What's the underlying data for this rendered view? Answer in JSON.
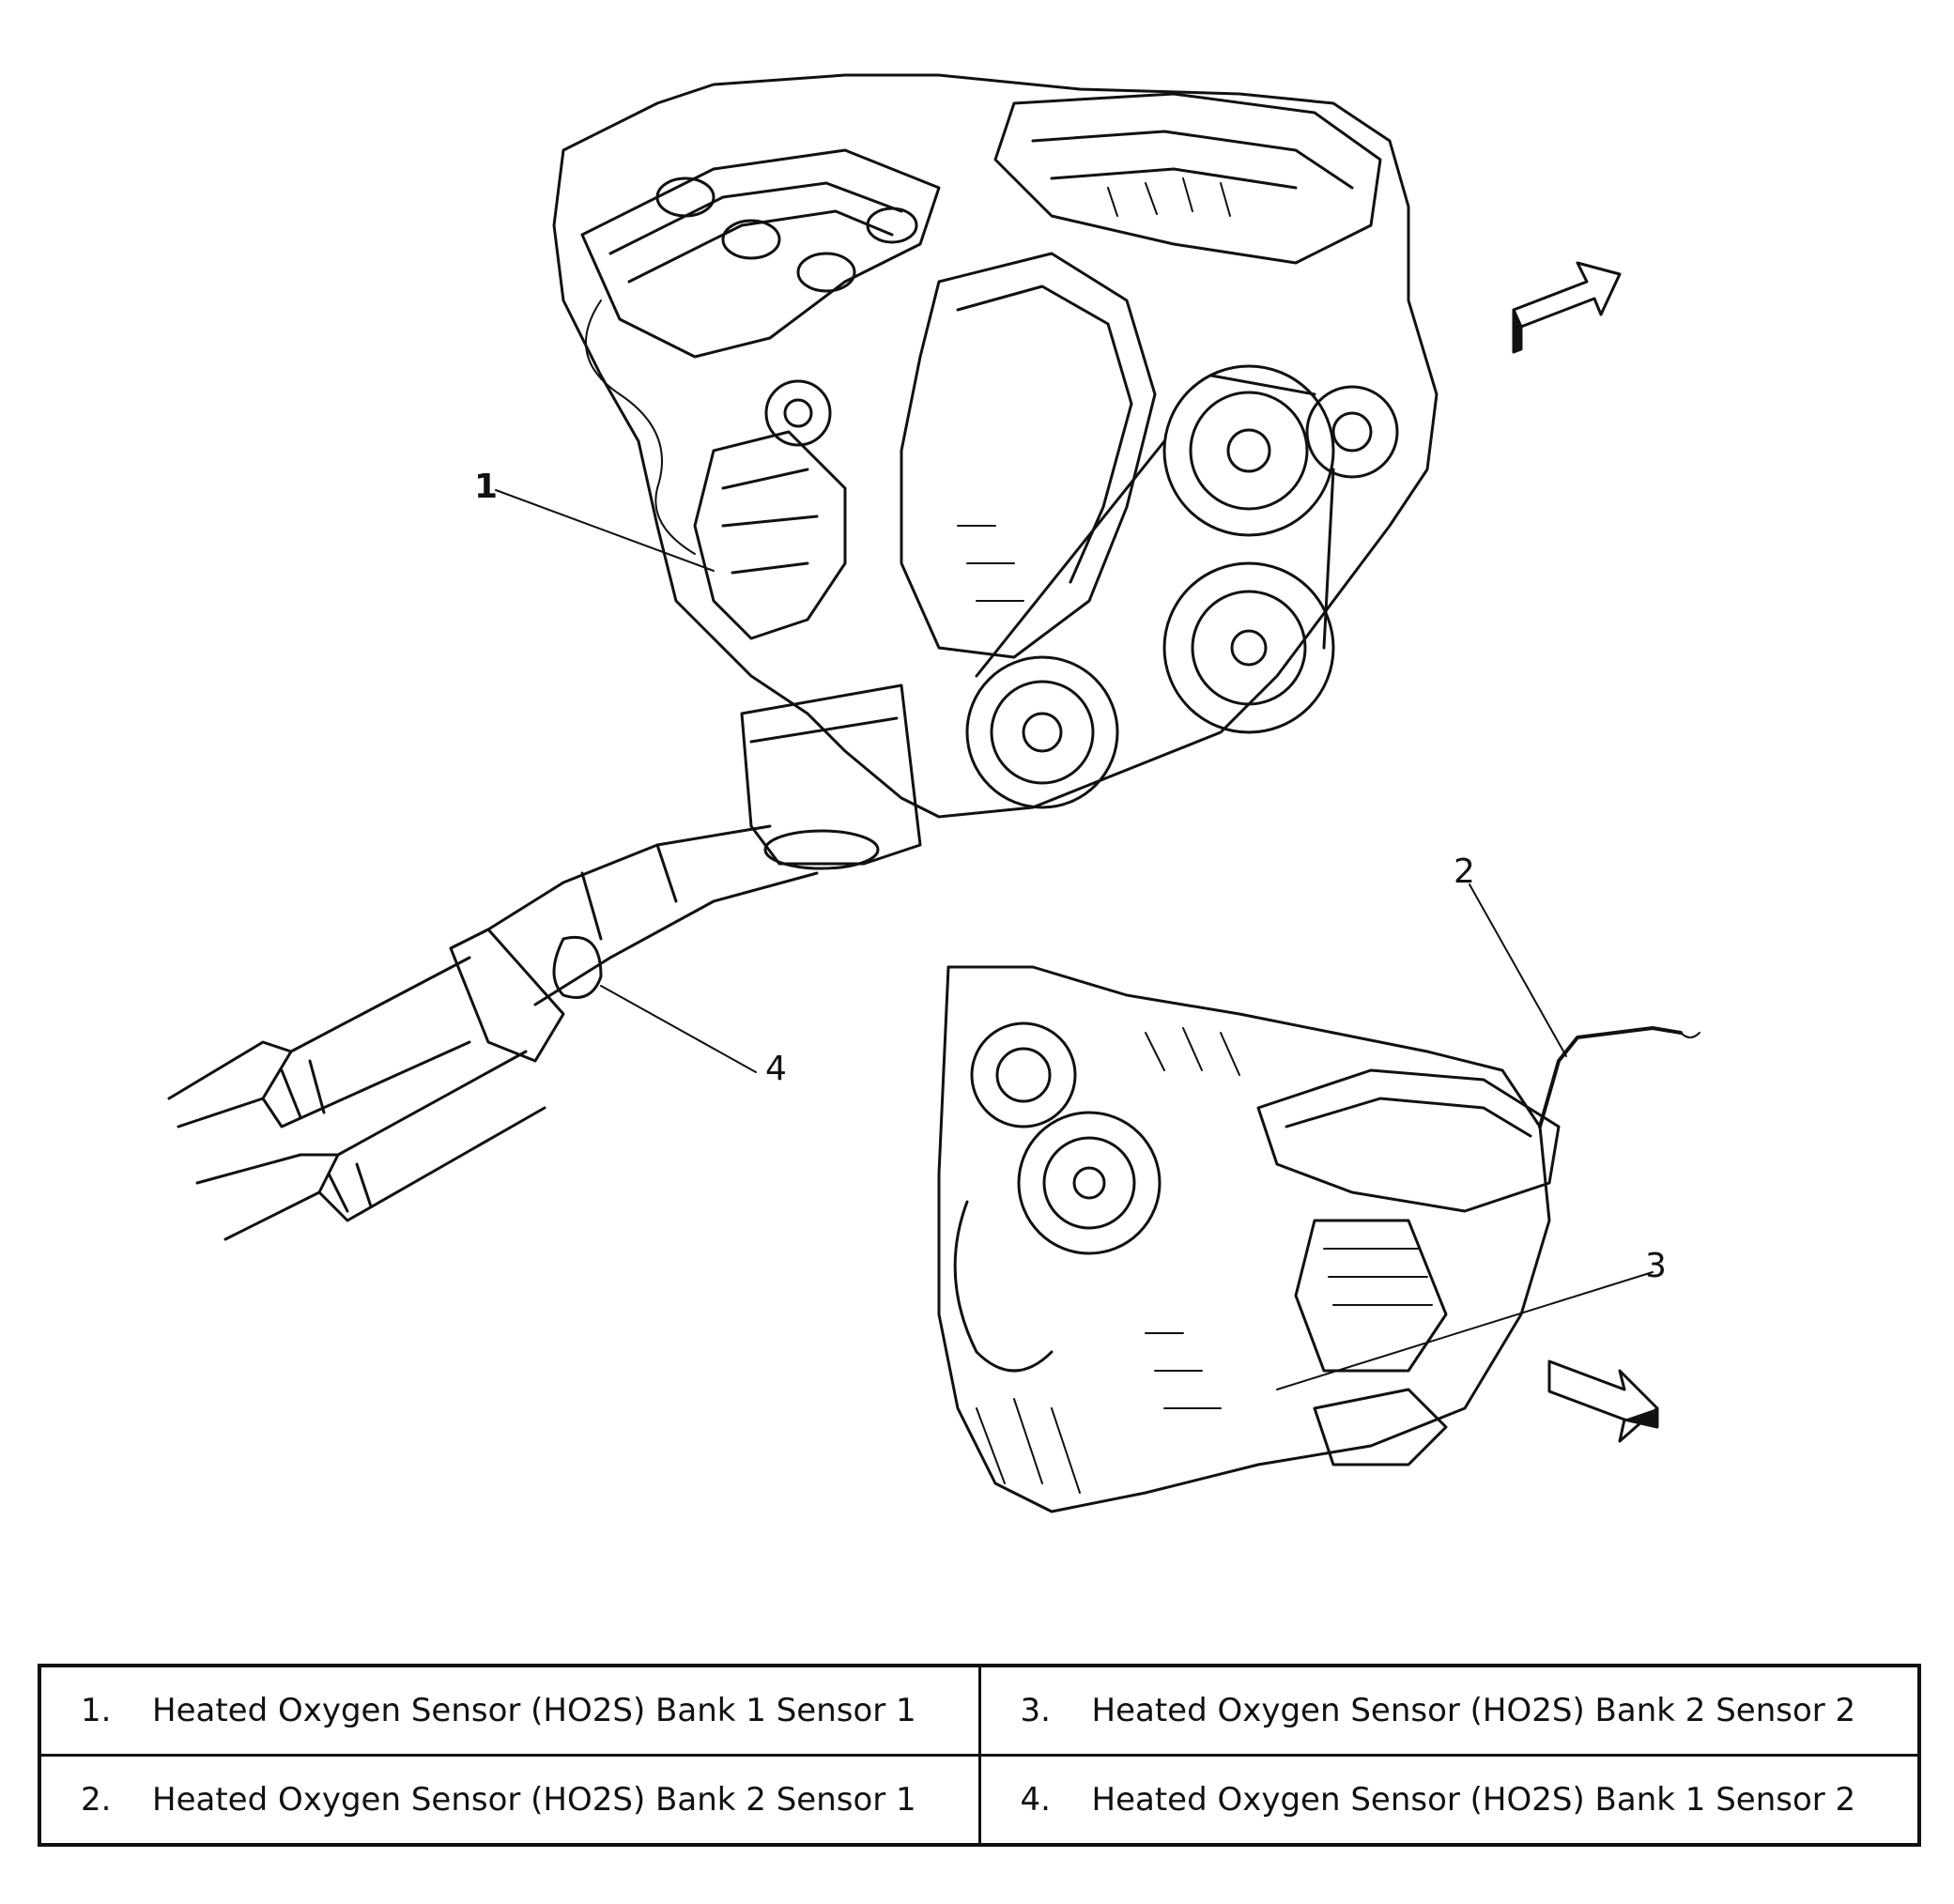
{
  "callouts": {
    "c1": "1",
    "c2": "2",
    "c3": "3",
    "c4": "4"
  },
  "legend": {
    "rows": [
      [
        {
          "num": "1.",
          "text": "Heated Oxygen Sensor (HO2S) Bank 1 Sensor 1"
        },
        {
          "num": "3.",
          "text": "Heated Oxygen Sensor (HO2S) Bank 2 Sensor 2"
        }
      ],
      [
        {
          "num": "2.",
          "text": "Heated Oxygen Sensor (HO2S) Bank 2 Sensor 1"
        },
        {
          "num": "4.",
          "text": "Heated Oxygen Sensor (HO2S) Bank 1 Sensor 2"
        }
      ]
    ]
  },
  "colors": {
    "ink": "#111111",
    "background": "#ffffff"
  }
}
